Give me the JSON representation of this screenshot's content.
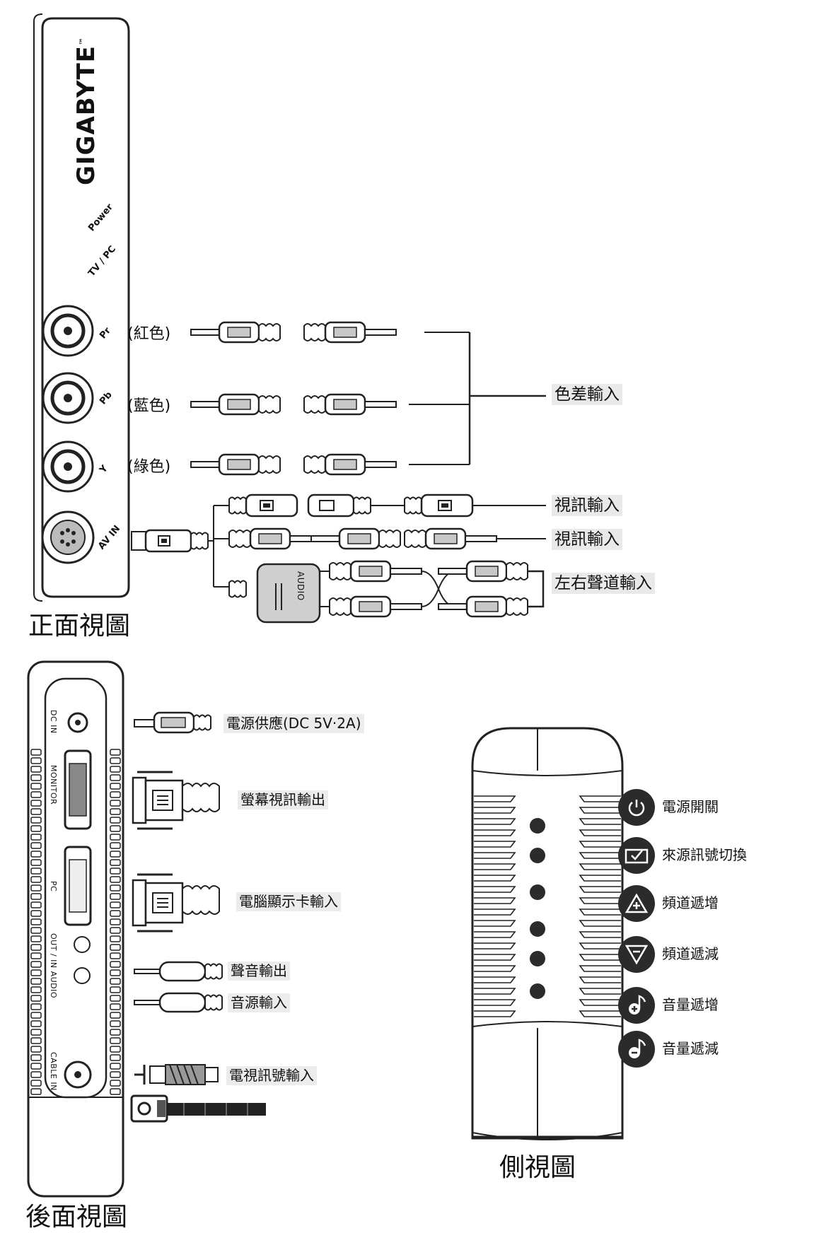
{
  "front": {
    "title": "正面視圖",
    "brand": "GIGABYTE",
    "brand_tm": "™",
    "power": "Power",
    "tvpc": "TV / PC",
    "ports": {
      "pr": "Pr",
      "pb": "Pb",
      "y": "Y",
      "avin": "AV IN"
    },
    "colors": {
      "red": "(紅色)",
      "blue": "(藍色)",
      "green": "(綠色)"
    },
    "labels": {
      "component": "色差輸入",
      "video1": "視訊輸入",
      "video2": "視訊輸入",
      "audio_lr": "左右聲道輸入"
    },
    "audio_block": "AUDIO"
  },
  "back": {
    "title": "後面視圖",
    "port_labels": {
      "dcin": "DC IN",
      "monitor": "MONITOR",
      "pc": "PC",
      "audio": "OUT / IN AUDIO",
      "cable": "CABLE IN"
    },
    "labels": {
      "power": "電源供應(DC 5V‧2A)",
      "monitor_out": "螢幕視訊輸出",
      "pc_in": "電腦顯示卡輸入",
      "audio_out": "聲音輸出",
      "audio_in": "音源輸入",
      "tv_in": "電視訊號輸入"
    }
  },
  "side": {
    "title": "側視圖",
    "buttons": [
      {
        "icon": "power-icon",
        "label": "電源開關"
      },
      {
        "icon": "source-switch-icon",
        "label": "來源訊號切換"
      },
      {
        "icon": "channel-up-icon",
        "label": "頻道遞增"
      },
      {
        "icon": "channel-down-icon",
        "label": "頻道遞減"
      },
      {
        "icon": "volume-up-icon",
        "label": "音量遞增"
      },
      {
        "icon": "volume-down-icon",
        "label": "音量遞減"
      }
    ]
  }
}
